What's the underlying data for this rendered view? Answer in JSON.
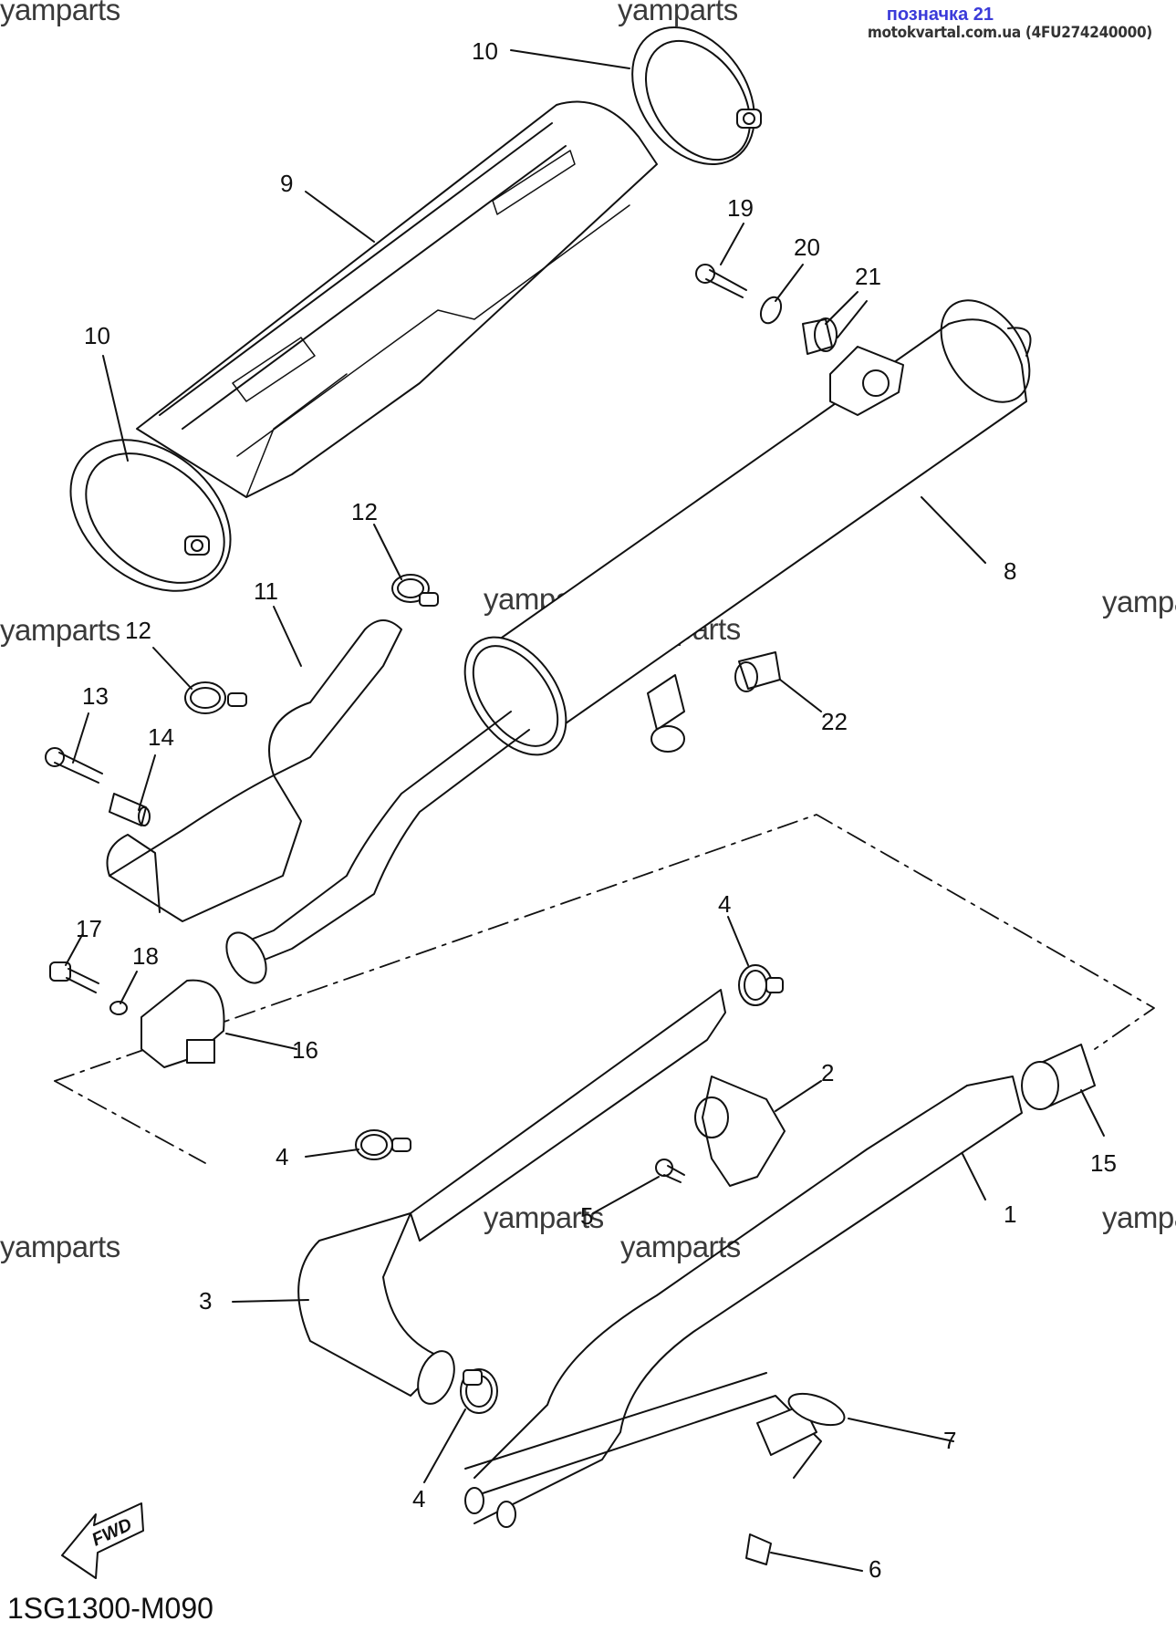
{
  "header": {
    "title": "позначка 21",
    "subtitle": "motokvartal.com.ua (4FU274240000)"
  },
  "watermark_text": "yamparts",
  "diagram": {
    "code": "1SG1300-M090",
    "direction_label": "FWD",
    "subject": "Exhaust system exploded view",
    "callouts": [
      {
        "id": "c1",
        "label": "1",
        "part": "exhaust pipe"
      },
      {
        "id": "c2",
        "label": "2",
        "part": "bracket"
      },
      {
        "id": "c3",
        "label": "3",
        "part": "exhaust pipe protector"
      },
      {
        "id": "c4a",
        "label": "4",
        "part": "hose clamp"
      },
      {
        "id": "c4b",
        "label": "4",
        "part": "hose clamp"
      },
      {
        "id": "c4c",
        "label": "4",
        "part": "hose clamp"
      },
      {
        "id": "c5",
        "label": "5",
        "part": "bolt"
      },
      {
        "id": "c6",
        "label": "6",
        "part": "nut"
      },
      {
        "id": "c7",
        "label": "7",
        "part": "gasket"
      },
      {
        "id": "c8",
        "label": "8",
        "part": "muffler"
      },
      {
        "id": "c9",
        "label": "9",
        "part": "muffler protector"
      },
      {
        "id": "c10a",
        "label": "10",
        "part": "band"
      },
      {
        "id": "c10b",
        "label": "10",
        "part": "band"
      },
      {
        "id": "c11",
        "label": "11",
        "part": "protector"
      },
      {
        "id": "c12a",
        "label": "12",
        "part": "hose clamp"
      },
      {
        "id": "c12b",
        "label": "12",
        "part": "hose clamp"
      },
      {
        "id": "c13",
        "label": "13",
        "part": "bolt"
      },
      {
        "id": "c14",
        "label": "14",
        "part": "collar"
      },
      {
        "id": "c15",
        "label": "15",
        "part": "joint"
      },
      {
        "id": "c16",
        "label": "16",
        "part": "clamp"
      },
      {
        "id": "c17",
        "label": "17",
        "part": "bolt"
      },
      {
        "id": "c18",
        "label": "18",
        "part": "washer"
      },
      {
        "id": "c19",
        "label": "19",
        "part": "bolt"
      },
      {
        "id": "c20",
        "label": "20",
        "part": "washer"
      },
      {
        "id": "c21",
        "label": "21",
        "part": "damper"
      },
      {
        "id": "c22",
        "label": "22",
        "part": "damper"
      }
    ]
  }
}
